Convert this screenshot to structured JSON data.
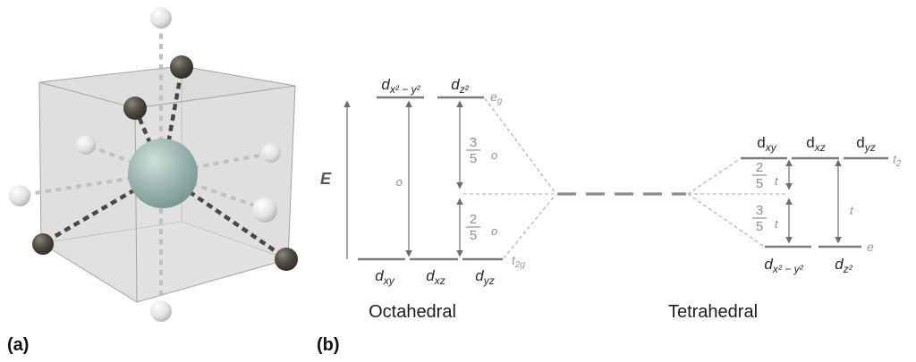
{
  "figure": {
    "panel_a_label": "(a)",
    "panel_b_label": "(b)"
  },
  "panel_a": {
    "description": "metal ion centered in a cube with six octahedral (light) ligands along face axes and four tetrahedral (dark) ligands at alternate cube corners",
    "colors": {
      "metal_sphere": "#94b0ab",
      "octahedral_ligand": "#e8e8e8",
      "tetrahedral_ligand": "#3a362f",
      "cube_face": "#d8d8d8"
    }
  },
  "panel_b": {
    "energy_axis_label": "E",
    "octahedral": {
      "caption": "Octahedral",
      "upper_orbitals": [
        {
          "main": "d",
          "sub": "x² − y²"
        },
        {
          "main": "d",
          "sub": "z²"
        }
      ],
      "lower_orbitals": [
        {
          "main": "d",
          "sub": "xy"
        },
        {
          "main": "d",
          "sub": "xz"
        },
        {
          "main": "d",
          "sub": "yz"
        }
      ],
      "upper_term": {
        "main": "e",
        "sub": "g"
      },
      "lower_term": {
        "main": "t",
        "sub": "2g"
      },
      "total_splitting_label": "o",
      "upper_gap": {
        "num": "3",
        "den": "5",
        "splitting_label": "o"
      },
      "lower_gap": {
        "num": "2",
        "den": "5",
        "splitting_label": "o"
      }
    },
    "tetrahedral": {
      "caption": "Tetrahedral",
      "upper_orbitals": [
        {
          "main": "d",
          "sub": "xy"
        },
        {
          "main": "d",
          "sub": "xz"
        },
        {
          "main": "d",
          "sub": "yz"
        }
      ],
      "lower_orbitals": [
        {
          "main": "d",
          "sub": "x² − y²"
        },
        {
          "main": "d",
          "sub": "z²"
        }
      ],
      "upper_term": {
        "main": "t",
        "sub": "2"
      },
      "lower_term": {
        "main": "e",
        "sub": ""
      },
      "total_splitting_label": "t",
      "upper_gap": {
        "num": "2",
        "den": "5",
        "splitting_label": "t"
      },
      "lower_gap": {
        "num": "3",
        "den": "5",
        "splitting_label": "t"
      }
    }
  }
}
